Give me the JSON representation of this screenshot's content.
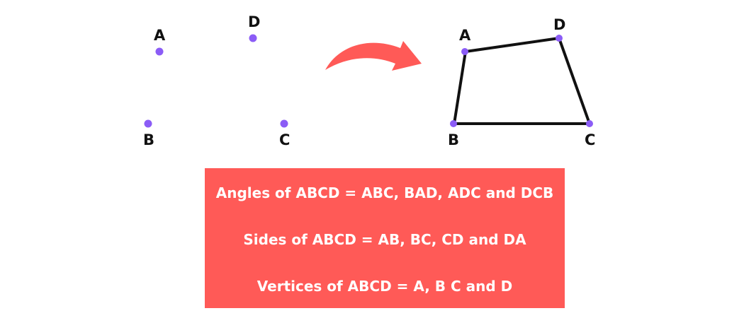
{
  "colors": {
    "point": "#8b5cf6",
    "arrow": "#ff5a57",
    "box_background": "#ff5a57",
    "box_text": "#ffffff",
    "outline": "#111111",
    "label": "#111111"
  },
  "icons": {
    "arrow": "curved-arrow-icon"
  },
  "scattered_points": [
    {
      "id": "A",
      "label": "A"
    },
    {
      "id": "D",
      "label": "D"
    },
    {
      "id": "B",
      "label": "B"
    },
    {
      "id": "C",
      "label": "C"
    }
  ],
  "quadrilateral": {
    "name": "ABCD",
    "vertices": [
      {
        "id": "A",
        "label": "A"
      },
      {
        "id": "D",
        "label": "D"
      },
      {
        "id": "B",
        "label": "B"
      },
      {
        "id": "C",
        "label": "C"
      }
    ]
  },
  "info": {
    "lines": [
      "Angles of ABCD = ABC, BAD, ADC and DCB",
      "Sides of ABCD = AB, BC, CD and DA",
      "Vertices of ABCD = A, B C and D"
    ]
  }
}
